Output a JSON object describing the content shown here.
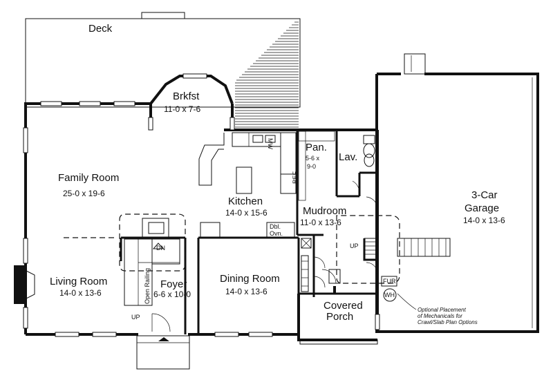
{
  "rooms": {
    "deck": {
      "name": "Deck"
    },
    "brkfst": {
      "name": "Brkfst",
      "dim": "11-0 x 7-6"
    },
    "family": {
      "name": "Family Room",
      "dim": "25-0 x 19-6"
    },
    "kitchen": {
      "name": "Kitchen",
      "dim": "14-0 x 15-6"
    },
    "pantry": {
      "name": "Pan.",
      "dim1": "5-6 x",
      "dim2": "9-0"
    },
    "lav": {
      "name": "Lav."
    },
    "mudroom": {
      "name": "Mudroom",
      "dim": "11-0 x 13-6"
    },
    "garage": {
      "name1": "3-Car",
      "name2": "Garage",
      "dim": "14-0 x 13-6"
    },
    "living": {
      "name": "Living Room",
      "dim": "14-0 x 13-6"
    },
    "foyer": {
      "name": "Foyer",
      "dim": "6-6 x 10-0"
    },
    "dining": {
      "name": "Dining Room",
      "dim": "14-0 x 13-6"
    },
    "porch": {
      "name1": "Covered",
      "name2": "Porch"
    }
  },
  "labels": {
    "dn": "DN",
    "up_foyer": "UP",
    "up_garage": "UP",
    "open_railing": "Open Railing",
    "ref": "REF",
    "mw": "MW",
    "dbl_ovn1": "Dbl.",
    "dbl_ovn2": "Ovn.",
    "fur": "FUR",
    "wh": "WH"
  },
  "note": {
    "line1": "Optional Placement",
    "line2": "of Mechanicals for",
    "line3": "Crawl/Slab Plan Options"
  }
}
